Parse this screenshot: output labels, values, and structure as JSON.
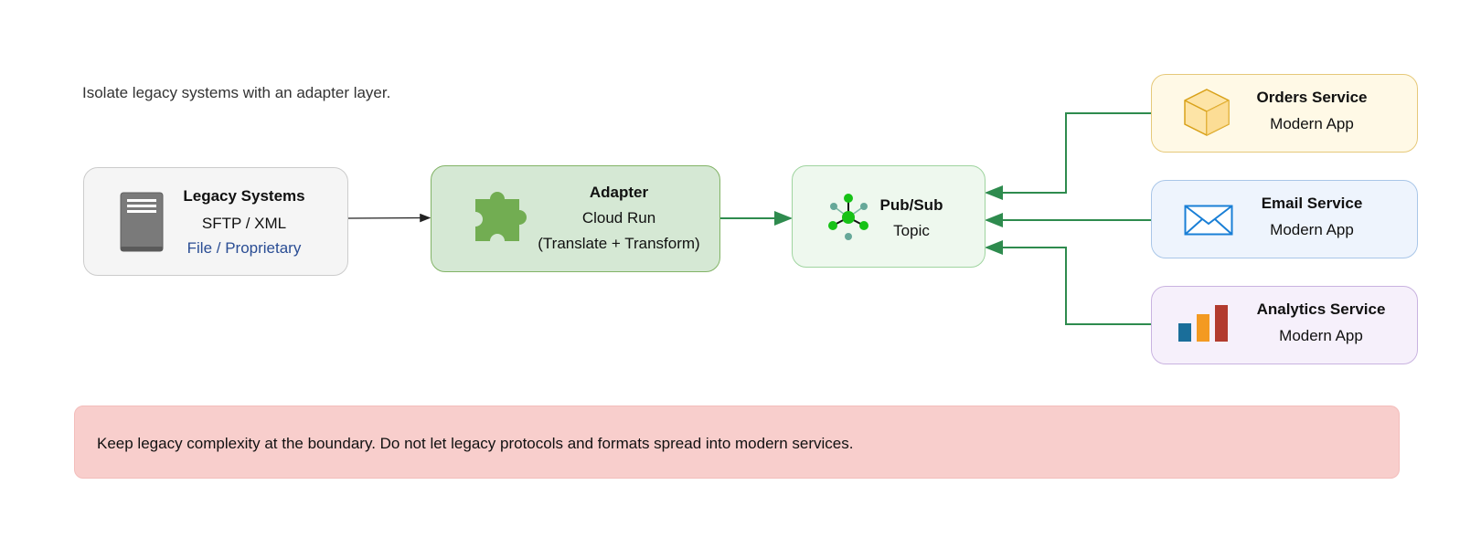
{
  "intro": "Isolate legacy systems with an adapter layer.",
  "legacy": {
    "title": "Legacy Systems",
    "line1": "SFTP / XML",
    "line2": "File / Proprietary",
    "icon": "server-icon"
  },
  "adapter": {
    "title": "Adapter",
    "line1": "Cloud Run",
    "line2": "(Translate + Transform)",
    "icon": "puzzle-piece-icon"
  },
  "pubsub": {
    "title": "Pub/Sub",
    "line1": "Topic",
    "icon": "pubsub-hub-icon"
  },
  "services": [
    {
      "title": "Orders Service",
      "subtitle": "Modern App",
      "icon": "box-icon"
    },
    {
      "title": "Email Service",
      "subtitle": "Modern App",
      "icon": "envelope-icon"
    },
    {
      "title": "Analytics Service",
      "subtitle": "Modern App",
      "icon": "bar-chart-icon"
    }
  ],
  "banner": "Keep legacy complexity at the boundary. Do not let legacy protocols and formats spread into modern services.",
  "colors": {
    "arrow_green": "#2e8b4e",
    "arrow_dark": "#222222",
    "banner_bg": "#f8cecc"
  }
}
